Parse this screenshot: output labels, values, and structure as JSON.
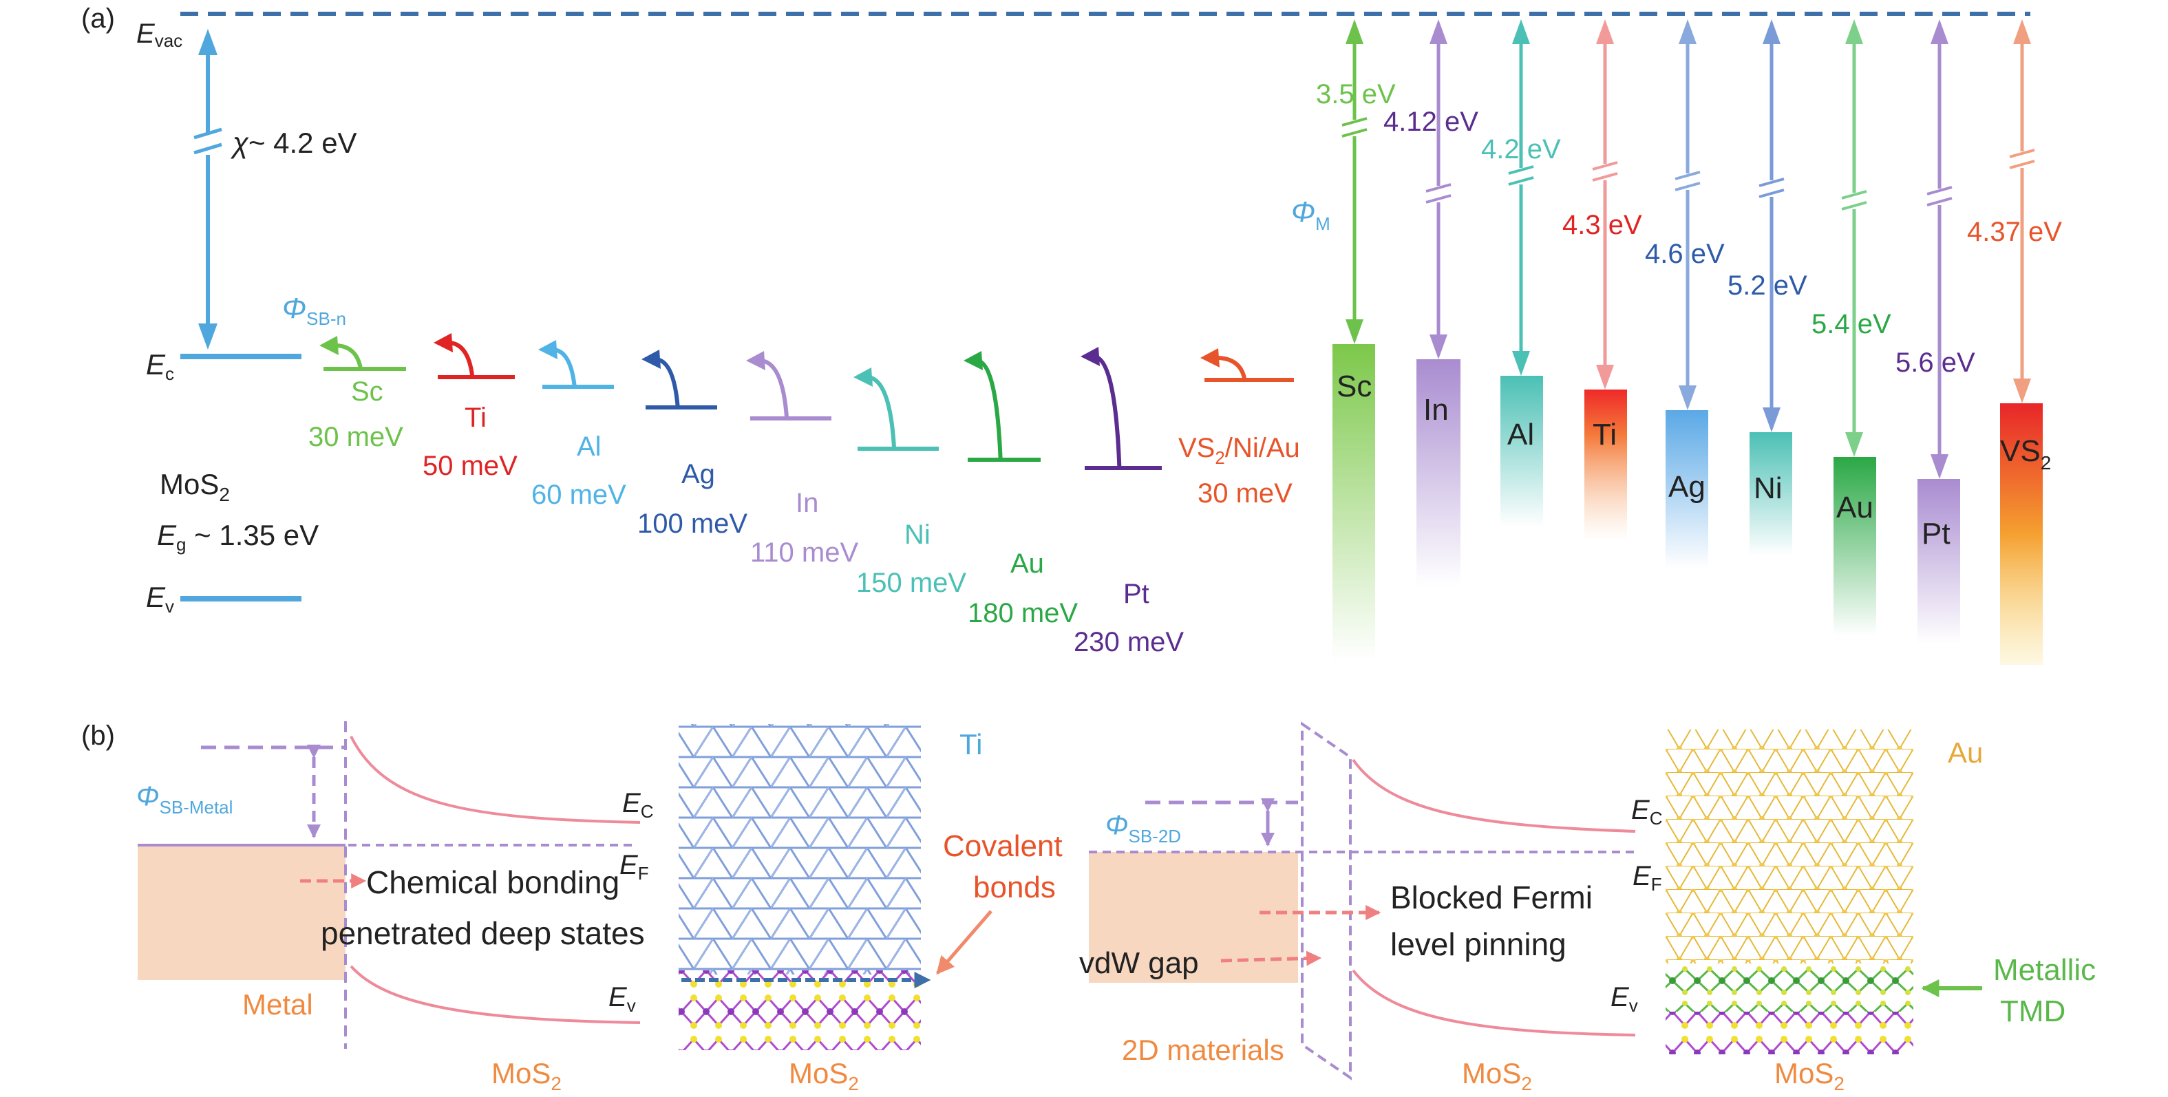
{
  "panel_a": {
    "label": "(a)",
    "e_vac": {
      "main": "E",
      "sub": "vac"
    },
    "e_c": {
      "main": "E",
      "sub": "c"
    },
    "e_v": {
      "main": "E",
      "sub": "v"
    },
    "chi": {
      "symbol": "χ",
      "text": "~ 4.2 eV"
    },
    "phi_sbn": {
      "main": "Φ",
      "sub": "SB-n"
    },
    "phi_m": {
      "main": "Φ",
      "sub": "M"
    },
    "mos2": {
      "main": "MoS",
      "sub": "2"
    },
    "eg": {
      "main": "E",
      "sub": "g",
      "text": " ~ 1.35 eV"
    },
    "vs2_contact": {
      "main": "VS",
      "sub": "2",
      "rest": "/Ni/Au"
    },
    "barriers": [
      {
        "metal": "Sc",
        "value": "30 meV",
        "metal_color": "#6cc24a",
        "value_color": "#6cc24a"
      },
      {
        "metal": "Ti",
        "value": "50 meV",
        "metal_color": "#e02424",
        "value_color": "#e02424"
      },
      {
        "metal": "Al",
        "value": "60 meV",
        "metal_color": "#4fb3e6",
        "value_color": "#4fb3e6"
      },
      {
        "metal": "Ag",
        "value": "100 meV",
        "metal_color": "#2e5aa8",
        "value_color": "#2e5aa8"
      },
      {
        "metal": "In",
        "value": "110 meV",
        "metal_color": "#a98cd0",
        "value_color": "#a98cd0"
      },
      {
        "metal": "Ni",
        "value": "150 meV",
        "metal_color": "#4bc0b5",
        "value_color": "#4bc0b5"
      },
      {
        "metal": "Au",
        "value": "180 meV",
        "metal_color": "#2aa845",
        "value_color": "#2aa845"
      },
      {
        "metal": "Pt",
        "value": "230 meV",
        "metal_color": "#5b2d90",
        "value_color": "#5b2d90"
      },
      {
        "metal": "VS2/Ni/Au",
        "value": "30 meV",
        "metal_color": "#e8542a",
        "value_color": "#e8542a"
      }
    ],
    "work_functions": [
      {
        "metal": "Sc",
        "value": "3.5 eV",
        "color": "#6cc24a"
      },
      {
        "metal": "In",
        "value": "4.12 eV",
        "color": "#5b2d90"
      },
      {
        "metal": "Al",
        "value": "4.2 eV",
        "color": "#4bc0b5"
      },
      {
        "metal": "Ti",
        "value": "4.3 eV",
        "color": "#e02424"
      },
      {
        "metal": "Ag",
        "value": "4.6 eV",
        "color": "#2e5aa8"
      },
      {
        "metal": "Ni",
        "value": "5.2 eV",
        "color": "#2e5aa8"
      },
      {
        "metal": "Au",
        "value": "5.4 eV",
        "color": "#2aa845"
      },
      {
        "metal": "Pt",
        "value": "5.6 eV",
        "color": "#5b2d90"
      },
      {
        "metal": "VS2",
        "value": "4.37 eV",
        "color": "#e8542a"
      }
    ],
    "bars": [
      {
        "label": "Sc",
        "color": "#7cc84a"
      },
      {
        "label": "In",
        "color": "#a98cd0"
      },
      {
        "label": "Al",
        "color": "#4bc0b5"
      },
      {
        "label": "Ti",
        "color": "#ef3a2a"
      },
      {
        "label": "Ag",
        "color": "#5aa8e6"
      },
      {
        "label": "Ni",
        "color": "#4bc0b5"
      },
      {
        "label": "Au",
        "color": "#2aa845"
      },
      {
        "label": "Pt",
        "color": "#a98cd0"
      },
      {
        "label": "VS",
        "sub": "2",
        "color": "#e8262a"
      }
    ]
  },
  "panel_b": {
    "label": "(b)",
    "phi_sb_metal": {
      "main": "Φ",
      "sub": "SB-Metal"
    },
    "phi_sb_2d": {
      "main": "Φ",
      "sub": "SB-2D"
    },
    "ec_left": {
      "main": "E",
      "sub": "C"
    },
    "ef_left": {
      "main": "E",
      "sub": "F"
    },
    "ev_left": {
      "main": "E",
      "sub": "v"
    },
    "ec_right": {
      "main": "E",
      "sub": "C"
    },
    "ef_right": {
      "main": "E",
      "sub": "F"
    },
    "ev_right": {
      "main": "E",
      "sub": "v"
    },
    "chem_bonding_line1": "Chemical bonding",
    "chem_bonding_line2": "penetrated deep states",
    "metal_label": "Metal",
    "mos2_label": {
      "main": "MoS",
      "sub": "2"
    },
    "ti_label": "Ti",
    "covalent_line1": "Covalent",
    "covalent_line2": "bonds",
    "vdw_gap": "vdW gap",
    "blocked_line1": "Blocked Fermi",
    "blocked_line2": "level pinning",
    "two_d_materials": "2D materials",
    "au_label": "Au",
    "metallic_line1": "Metallic",
    "metallic_line2": "TMD"
  }
}
